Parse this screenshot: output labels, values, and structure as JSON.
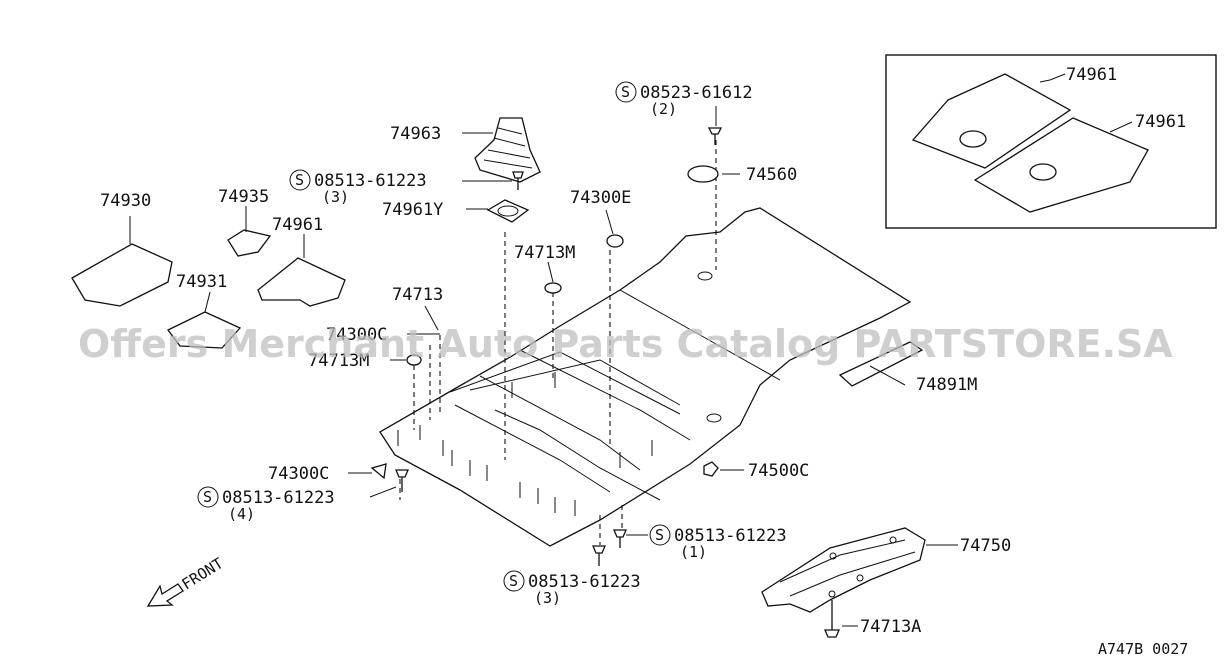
{
  "watermark": "Offers Merchant Auto Parts Catalog PARTSTORE.SA",
  "figure_code": "A747B 0027",
  "front_label": "FRONT",
  "inset_labels": [
    "74961",
    "74961"
  ],
  "labels": {
    "p74963": "74963",
    "p74961Y": "74961Y",
    "p74930": "74930",
    "p74935": "74935",
    "p74961": "74961",
    "p74931": "74931",
    "p74713": "74713",
    "p74300C_upper": "74300C",
    "p74713M_left": "74713M",
    "p74713M_center": "74713M",
    "p74300E": "74300E",
    "p74560": "74560",
    "p74891M": "74891M",
    "p74500C": "74500C",
    "p74300C_lower": "74300C",
    "p74750": "74750",
    "p74713A": "74713A"
  },
  "screws": {
    "top": {
      "symbol": "S",
      "part": "08523-61612",
      "qty": "(2)"
    },
    "upper_left": {
      "symbol": "S",
      "part": "08513-61223",
      "qty": "(3)"
    },
    "left": {
      "symbol": "S",
      "part": "08513-61223",
      "qty": "(4)"
    },
    "right": {
      "symbol": "S",
      "part": "08513-61223",
      "qty": "(1)"
    },
    "bottom": {
      "symbol": "S",
      "part": "08513-61223",
      "qty": "(3)"
    }
  }
}
